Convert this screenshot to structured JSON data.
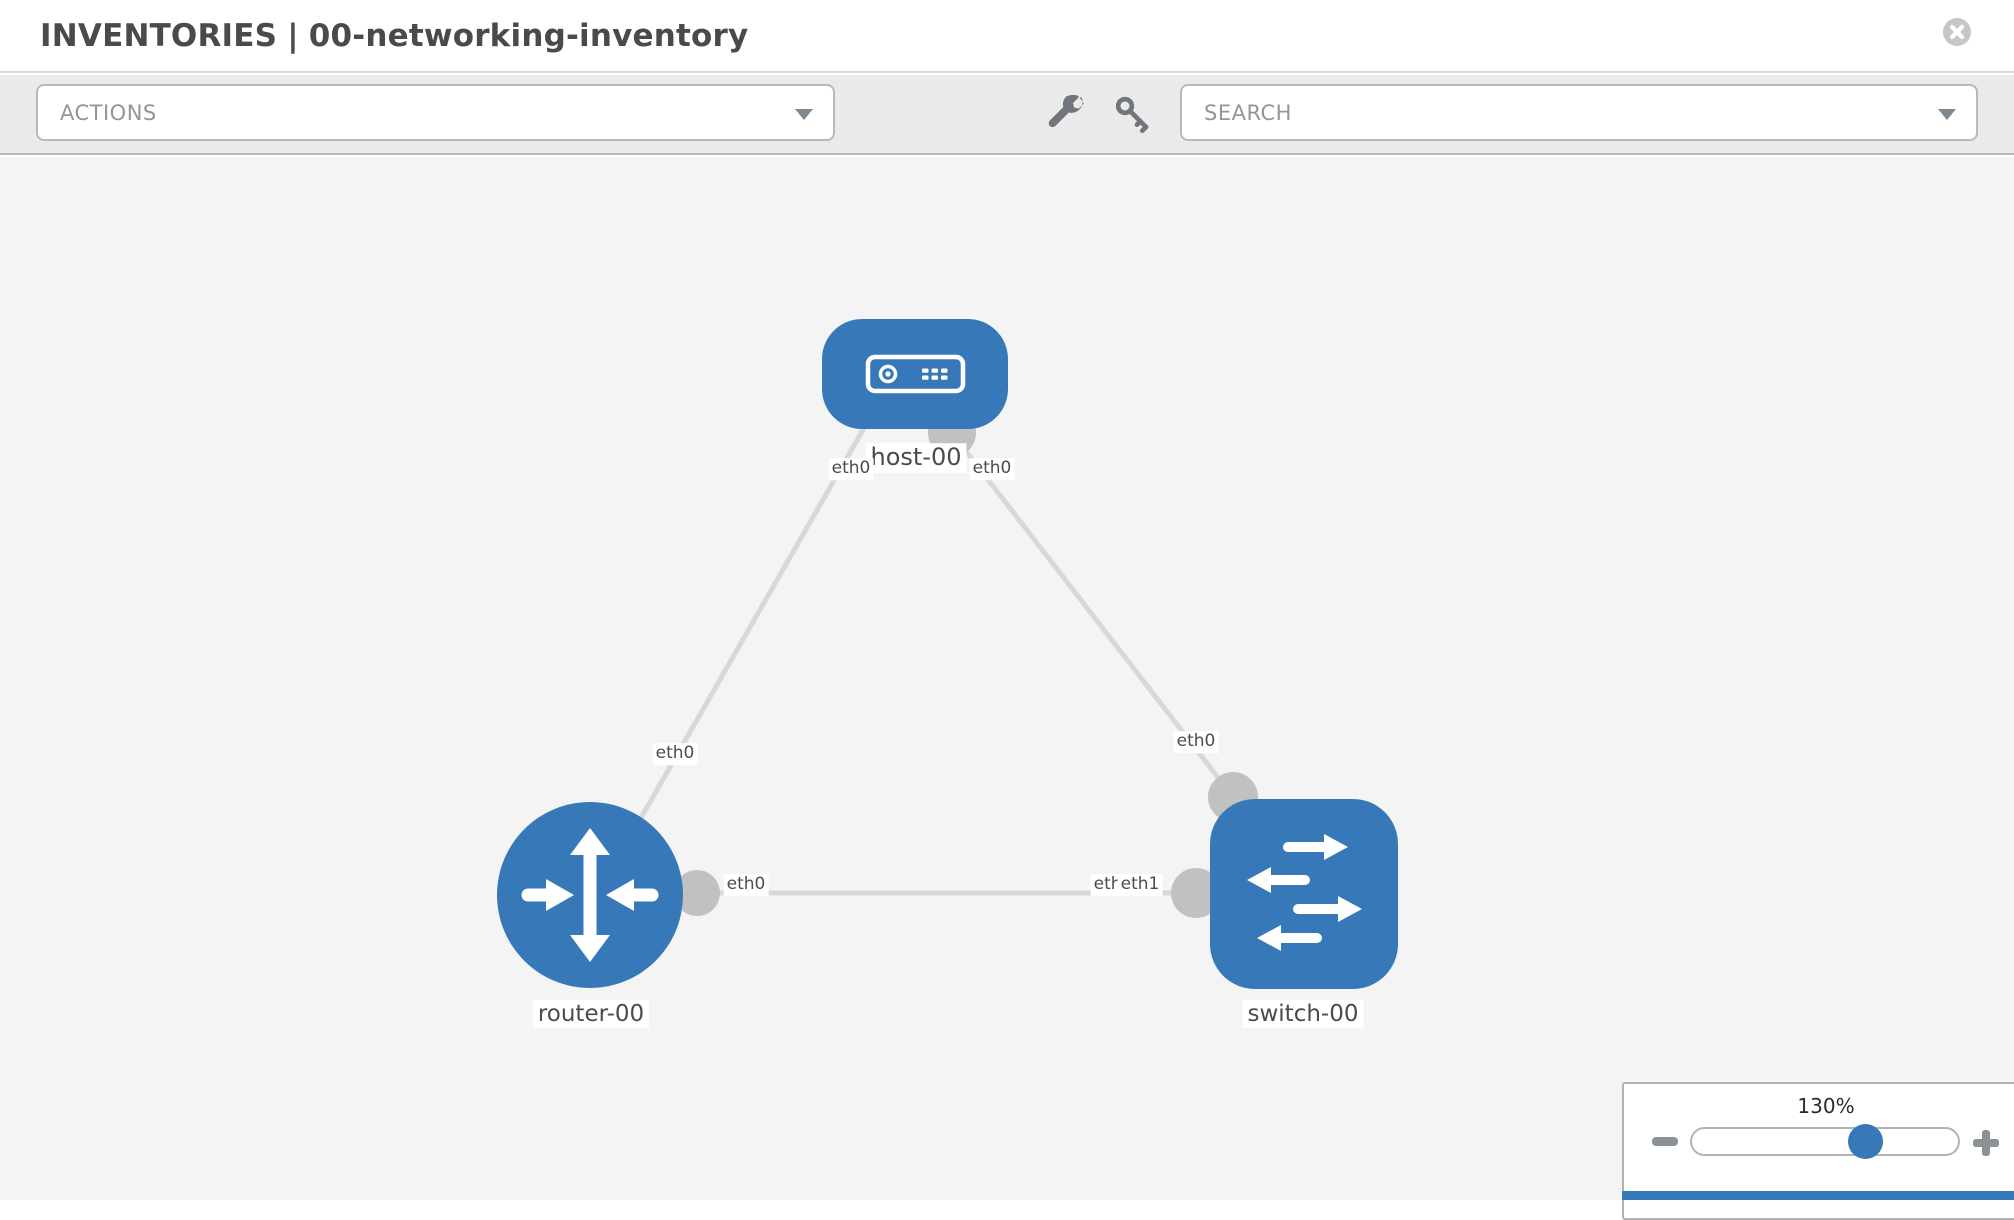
{
  "header": {
    "breadcrumb_root": "INVENTORIES",
    "separator": "|",
    "inventory_name": "00-networking-inventory",
    "close_icon": "circle-x-icon"
  },
  "toolbar": {
    "actions_label": "ACTIONS",
    "search_placeholder": "SEARCH",
    "icons": [
      "wrench-icon",
      "key-icon",
      "chevron-down-icon"
    ]
  },
  "topology": {
    "nodes": [
      {
        "id": "host-00",
        "type": "host",
        "label": "host-00"
      },
      {
        "id": "router-00",
        "type": "router",
        "label": "router-00"
      },
      {
        "id": "switch-00",
        "type": "switch",
        "label": "switch-00"
      }
    ],
    "links": [
      {
        "from": "host-00",
        "to": "router-00",
        "from_interface": "eth0",
        "to_interface": "eth0"
      },
      {
        "from": "host-00",
        "to": "switch-00",
        "from_interface": "eth0",
        "to_interface": "eth0"
      },
      {
        "from": "router-00",
        "to": "switch-00",
        "from_interface": "eth0",
        "to_interface": "eth1"
      }
    ],
    "overlapping_labels": {
      "behind": "eth0",
      "front": "eth1"
    }
  },
  "zoom_control": {
    "level": "130%",
    "zoom_out_icon": "minus-icon",
    "zoom_in_icon": "plus-icon"
  },
  "colors": {
    "node_blue": "#3779b8",
    "link_gray": "#d8d8d8",
    "port_gray": "#c1c1c1",
    "canvas_bg": "#f4f4f4",
    "toolbar_bg": "#eaeaea",
    "label_text": "#4b4b4b"
  }
}
